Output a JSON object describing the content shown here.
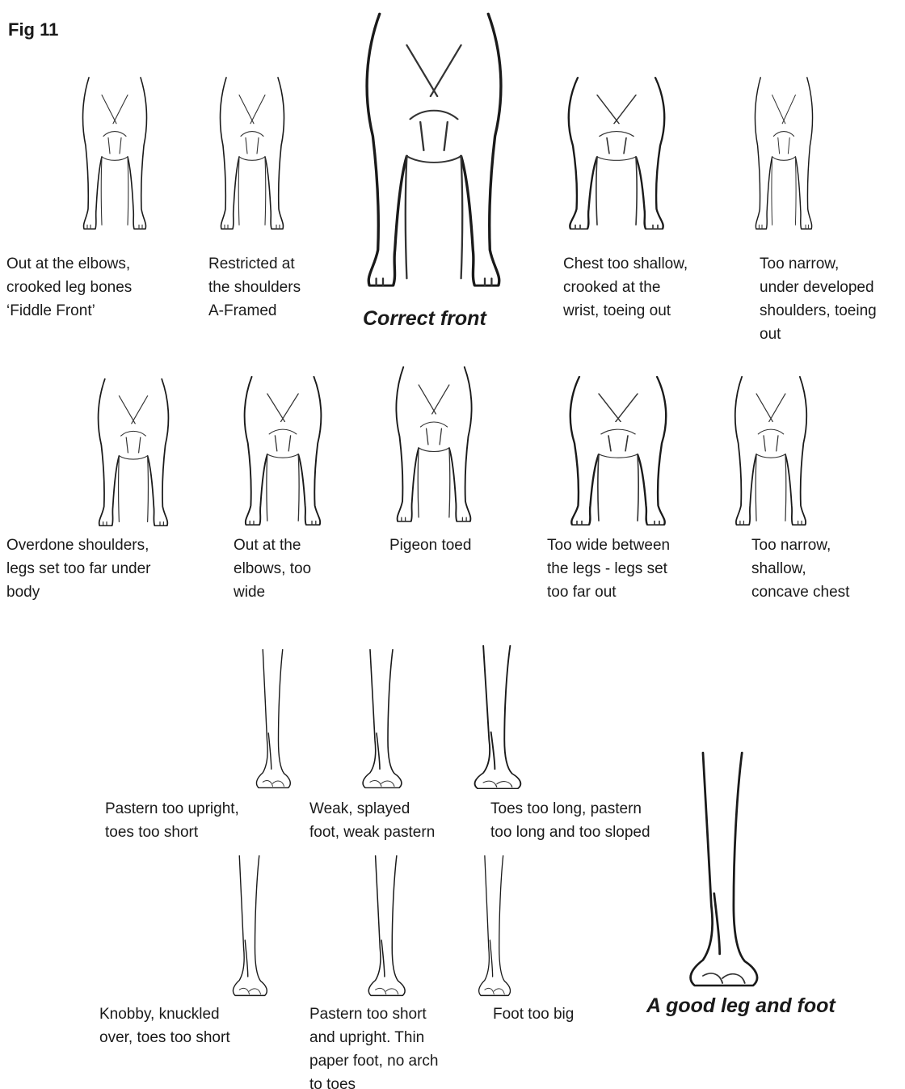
{
  "figure_title": "Fig 11",
  "front_views": [
    {
      "lines": [
        "Out at the elbows,",
        "crooked leg bones",
        "‘Fiddle Front’"
      ]
    },
    {
      "lines": [
        "Restricted at",
        "the shoulders",
        "A-Framed"
      ]
    },
    {
      "lines": [
        "Chest too shallow,",
        "crooked at the",
        "wrist, toeing out"
      ]
    },
    {
      "lines": [
        "Too narrow,",
        "under developed",
        "shoulders, toeing",
        "out"
      ]
    },
    {
      "lines": [
        "Overdone shoulders,",
        "legs set too far under",
        "body"
      ]
    },
    {
      "lines": [
        "Out at the",
        "elbows, too",
        "wide"
      ]
    },
    {
      "lines": [
        "Pigeon toed"
      ]
    },
    {
      "lines": [
        "Too wide between",
        "the legs - legs set",
        "too far out"
      ]
    },
    {
      "lines": [
        "Too narrow,",
        "shallow,",
        "concave chest"
      ]
    }
  ],
  "correct_front_label": "Correct front",
  "leg_views": [
    {
      "lines": [
        "Pastern too upright,",
        "toes too short"
      ]
    },
    {
      "lines": [
        "Weak, splayed",
        "foot, weak pastern"
      ]
    },
    {
      "lines": [
        "Toes too long, pastern",
        "too long and too sloped"
      ]
    },
    {
      "lines": [
        "Knobby, knuckled",
        "over, toes too short"
      ]
    },
    {
      "lines": [
        "Pastern too short",
        "and upright. Thin",
        "paper foot, no arch",
        "to toes"
      ]
    },
    {
      "lines": [
        "Foot too big"
      ]
    }
  ],
  "good_leg_label": "A good leg and foot"
}
